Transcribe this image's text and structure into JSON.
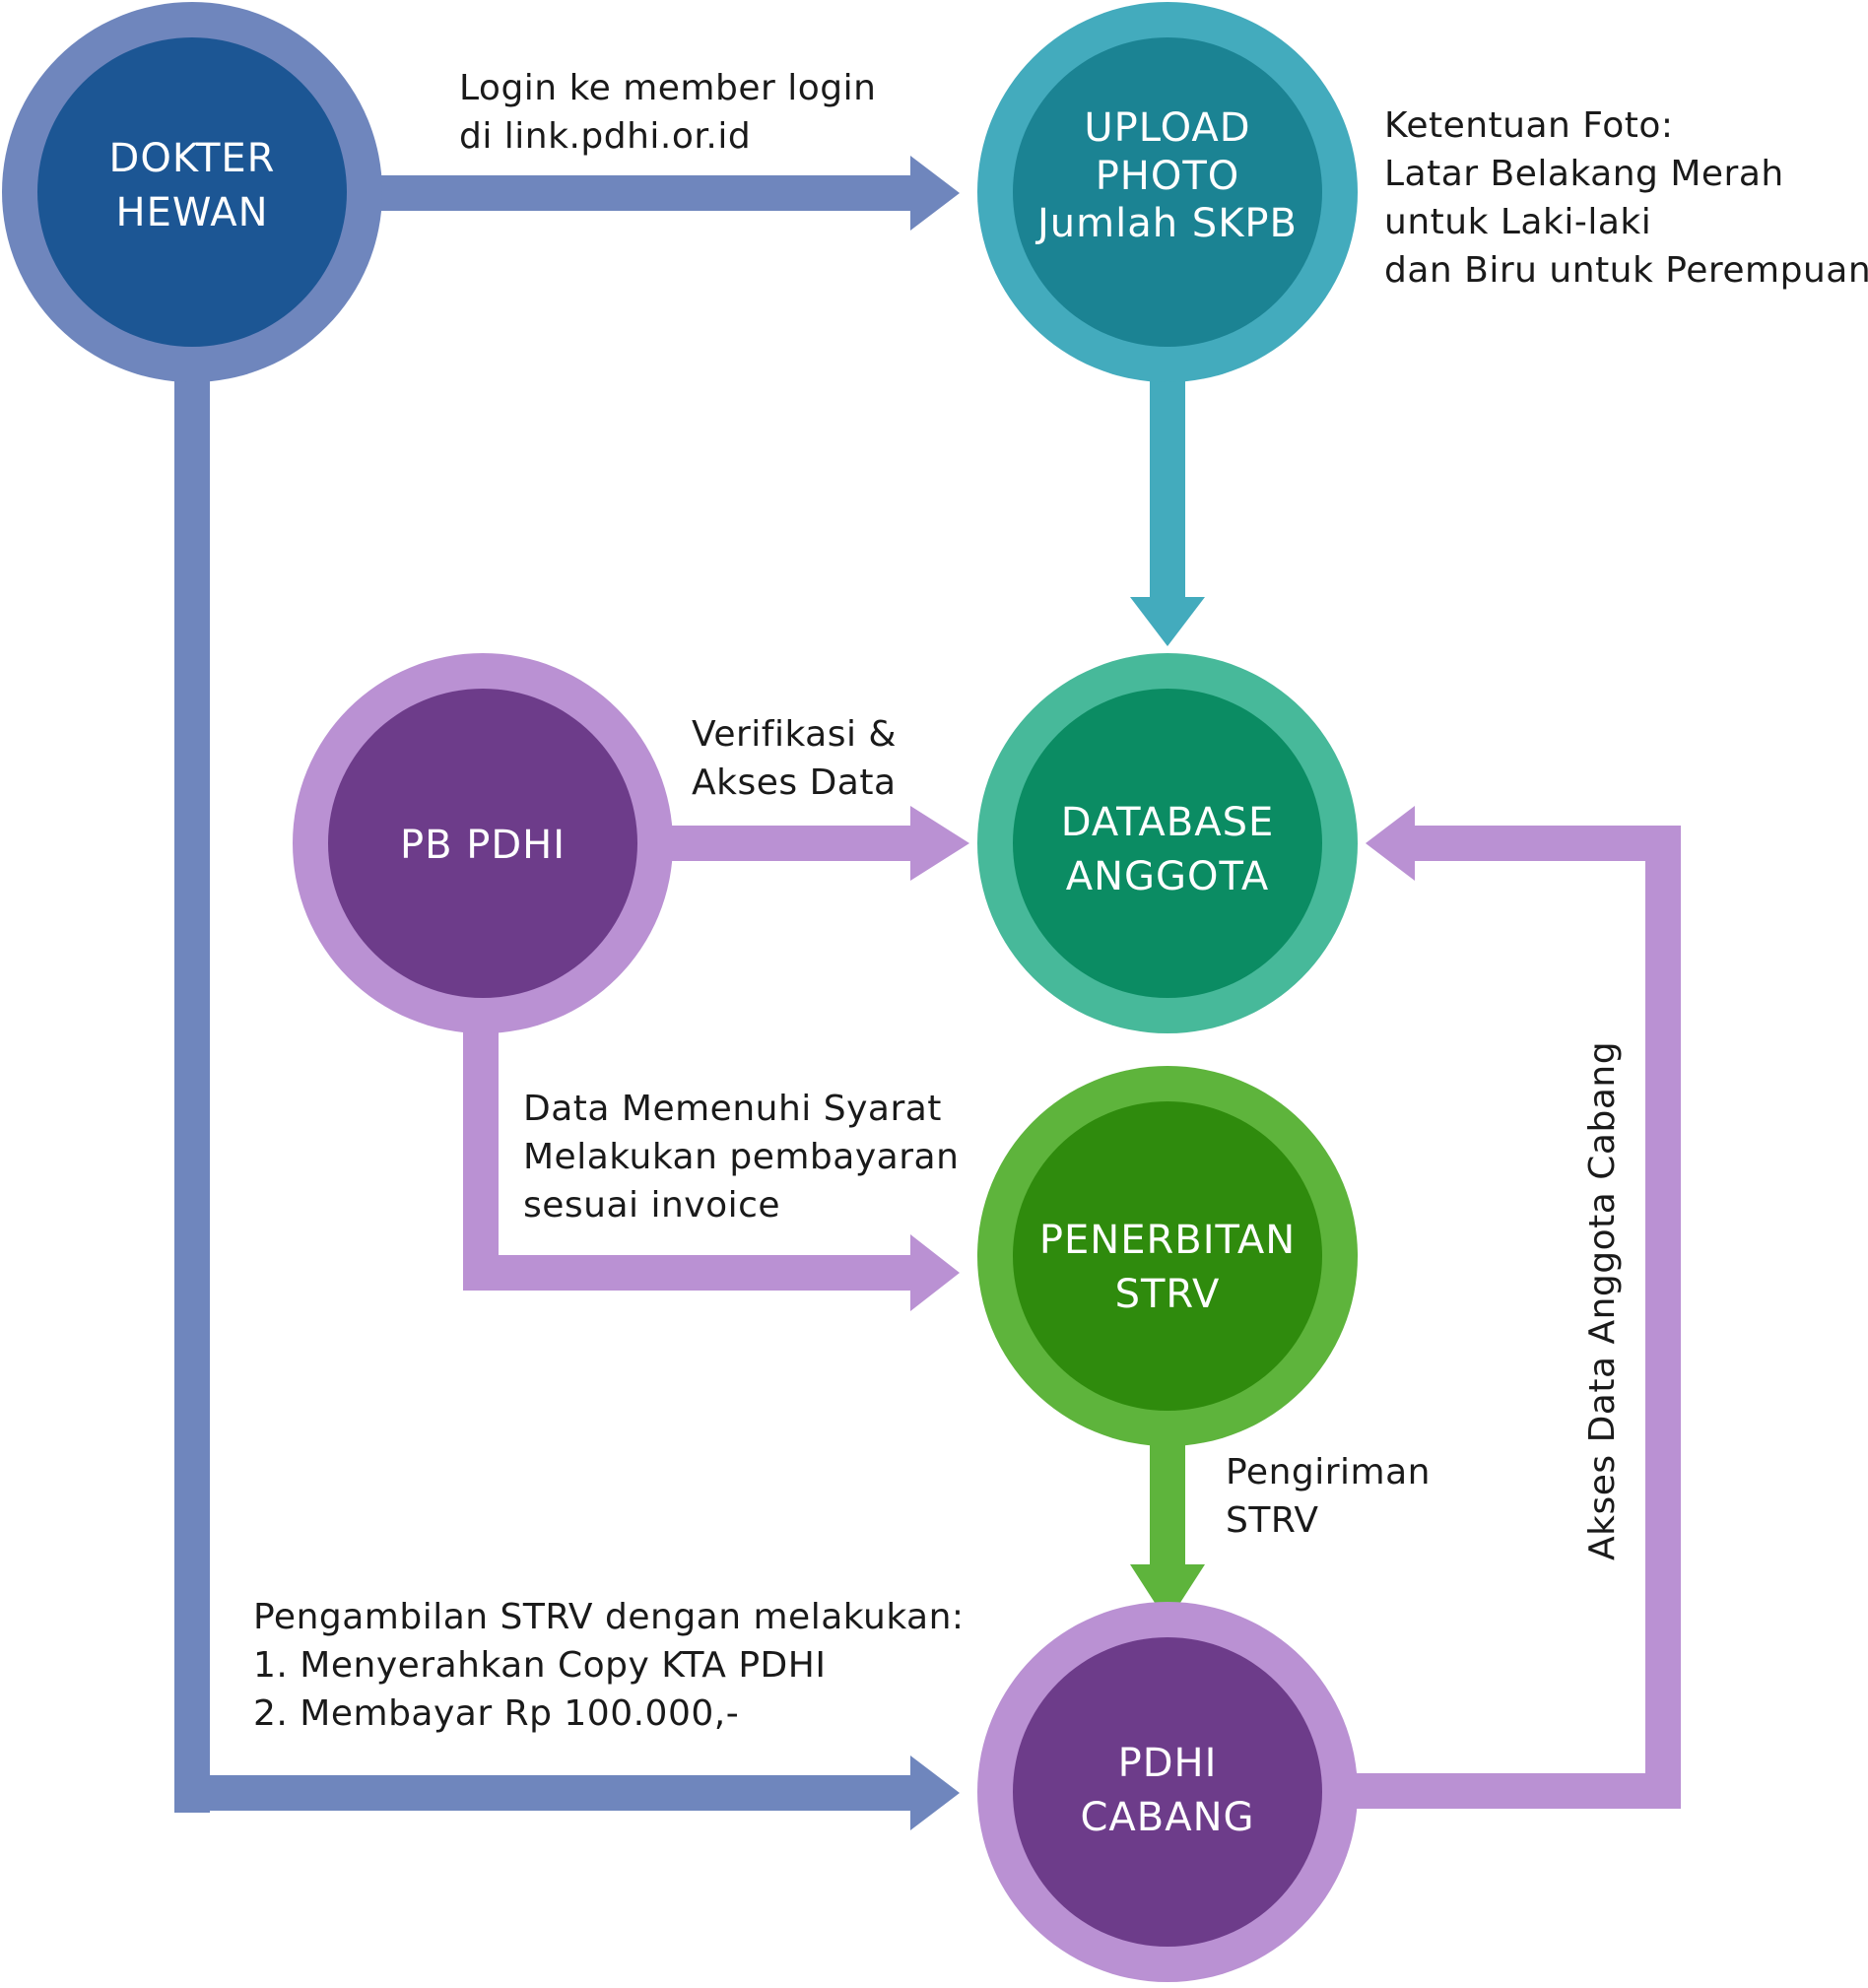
{
  "colors": {
    "blue_ring": "#6f86bd",
    "blue_core": "#1c5694",
    "teal_ring": "#43abbd",
    "teal_core": "#1b8393",
    "mint_ring": "#47b99a",
    "mint_core": "#0b8c63",
    "green_ring": "#5eb43c",
    "green_core": "#2f8b0d",
    "purple_ring": "#ba91d3",
    "purple_core": "#6d3c8a",
    "text": "#1a1a1a"
  },
  "nodes": {
    "dokter_hewan": {
      "lines": [
        "DOKTER",
        "HEWAN"
      ]
    },
    "upload_photo": {
      "lines": [
        "UPLOAD",
        "PHOTO",
        "Jumlah SKPB"
      ]
    },
    "pb_pdhi": {
      "lines": [
        "PB PDHI"
      ]
    },
    "database_anggota": {
      "lines": [
        "DATABASE",
        "ANGGOTA"
      ]
    },
    "penerbitan_strv": {
      "lines": [
        "PENERBITAN",
        "STRV"
      ]
    },
    "pdhi_cabang": {
      "lines": [
        "PDHI",
        "CABANG"
      ]
    }
  },
  "notes": {
    "login": [
      "Login ke member login",
      "di link.pdhi.or.id"
    ],
    "ketentuan_foto": [
      "Ketentuan Foto:",
      "Latar Belakang Merah",
      "untuk Laki-laki",
      "dan Biru untuk Perempuan"
    ],
    "verifikasi": [
      "Verifikasi &",
      "Akses Data"
    ],
    "data_memenuhi": [
      "Data Memenuhi Syarat",
      "Melakukan pembayaran",
      "sesuai invoice"
    ],
    "pengiriman": [
      "Pengiriman",
      "STRV"
    ],
    "pengambilan": [
      "Pengambilan STRV dengan melakukan:",
      "1. Menyerahkan Copy KTA PDHI",
      "2. Membayar Rp 100.000,-"
    ],
    "akses_cabang": [
      "Akses Data Anggota Cabang"
    ]
  }
}
